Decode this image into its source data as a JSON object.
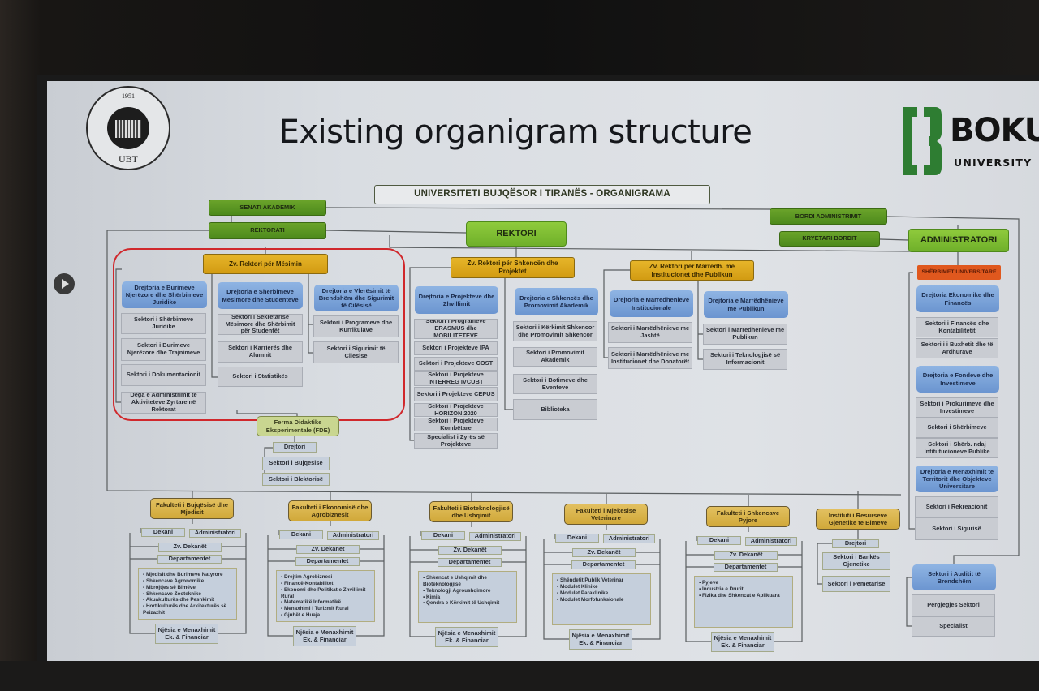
{
  "slide_title": "Existing organigram structure",
  "logo_left": {
    "year": "1951",
    "text": "UBT"
  },
  "logo_right": {
    "name": "BOKU",
    "sub": "UNIVERSITY",
    "color": "#2e7d32"
  },
  "chart": {
    "title": "UNIVERSITETI BUJQËSOR I TIRANËS - ORGANIGRAMA",
    "senati": "SENATI AKADEMIK",
    "rektorati": "REKTORATI",
    "rektori": "REKTORI",
    "bordi": "BORDI ADMINISTRIMIT",
    "kryetari": "KRYETARI BORDIT",
    "administratori": "ADMINISTRATORI"
  },
  "vr_teaching": {
    "head": "Zv. Rektori për Mësimin",
    "directorates": [
      {
        "name": "Drejtoria e Burimeve Njerëzore dhe Shërbimeve Juridike",
        "sectors": [
          "Sektori i Shërbimeve Juridike",
          "Sektori i Burimeve Njerëzore dhe Trajnimeve",
          "Sektori i Dokumentacionit",
          "Dega e Administrimit të Aktiviteteve Zyrtare në Rektorat"
        ]
      },
      {
        "name": "Drejtoria e Shërbimeve Mësimore dhe Studentëve",
        "sectors": [
          "Sektori i Sekretarisë Mësimore dhe Shërbimit për Studentët",
          "Sektori i Karrierës dhe Alumnit",
          "Sektori i Statistikës"
        ]
      },
      {
        "name": "Drejtoria e Vlerësimit të Brendshëm dhe Sigurimit të Cilësisë",
        "sectors": [
          "Sektori i Programeve dhe Kurrikulave",
          "Sektori i Sigurimit të Cilësisë"
        ]
      }
    ]
  },
  "vr_science": {
    "head": "Zv. Rektori për Shkencën dhe Projektet",
    "directorates": [
      {
        "name": "Drejtoria e Projekteve dhe Zhvillimit",
        "sectors": [
          "Sektori i Programeve ERASMUS dhe MOBILITETEVE",
          "Sektori i Projekteve IPA",
          "Sektori i Projekteve COST",
          "Sektori i Projekteve INTERREG IVCUBT",
          "Sektori i Projekteve CEPUS",
          "Sektori i Projekteve HORIZON 2020",
          "Sektori i Projekteve Kombëtare",
          "Specialist i Zyrës së Projekteve"
        ]
      },
      {
        "name": "Drejtoria e Shkencës dhe Promovimit Akademik",
        "sectors": [
          "Sektori i Kërkimit Shkencor dhe Promovimit Shkencor",
          "Sektori i Promovimit Akademik",
          "Sektori i Botimeve dhe Eventeve",
          "Biblioteka"
        ]
      }
    ]
  },
  "vr_relations": {
    "head": "Zv. Rektori për Marrëdh. me Institucionet dhe Publikun",
    "directorates": [
      {
        "name": "Drejtoria e Marrëdhënieve Institucionale",
        "sectors": [
          "Sektori i Marrëdhënieve me Jashtë",
          "Sektori i Marrëdhënieve me Institucionet dhe Donatorët"
        ]
      },
      {
        "name": "Drejtoria e Marrëdhënieve me Publikun",
        "sectors": [
          "Sektori i Marrëdhënieve me Publikun",
          "Sektori i Teknologjisë së Informacionit"
        ]
      }
    ]
  },
  "services": {
    "head": "SHËRBIMET UNIVERSITARE",
    "directorates": [
      {
        "name": "Drejtoria Ekonomike dhe Financës",
        "sectors": [
          "Sektori i Financës dhe Kontabilitetit",
          "Sektori i i Buxhetit dhe të Ardhurave"
        ]
      },
      {
        "name": "Drejtoria e Fondeve dhe Investimeve",
        "sectors": [
          "Sektori i Prokurimeve dhe Investimeve",
          "Sektori i Shërbimeve",
          "Sektori i Shërb. ndaj Intitutucioneve Publike"
        ]
      },
      {
        "name": "Drejtoria e Menaxhimit të Territorit dhe Objekteve Universitare",
        "sectors": [
          "Sektori i Rekreacionit",
          "Sektori i Sigurisë"
        ]
      }
    ],
    "audit": {
      "name": "Sektori i Auditit të Brendshëm",
      "sectors": [
        "Përgjegjës Sektori",
        "Specialist"
      ]
    }
  },
  "fde": {
    "name": "Ferma Didaktike Eksperimentale (FDE)",
    "drejtori": "Drejtori",
    "sectors": [
      "Sektori i Bujqësisë",
      "Sektori i Blektorisë"
    ]
  },
  "faculties": [
    {
      "name": "Fakulteti i Bujqësisë dhe Mjedisit",
      "dekani": "Dekani",
      "admin": "Administratori",
      "zv": "Zv. Dekanët",
      "dept": "Departamentet",
      "departments": [
        "Mjedisit dhe Burimeve Natyrore",
        "Shkencave Agronomike",
        "Mbrojtjes së Bimëve",
        "Shkencave Zooteknike",
        "Akuakulturës dhe Peshkimit",
        "Hortikulturës dhe Arkitekturës së Peizazhit"
      ],
      "njesia": "Njësia e Menaxhimit Ek. & Financiar"
    },
    {
      "name": "Fakulteti i Ekonomisë dhe Agrobiznesit",
      "dekani": "Dekani",
      "admin": "Administratori",
      "zv": "Zv. Dekanët",
      "dept": "Departamentet",
      "departments": [
        "Drejtim Agrobiznesi",
        "Financë-Kontabilitet",
        "Ekonomi dhe Politikat e Zhvillimit Rural",
        "Matematikë Informatikë",
        "Menaxhimi i Turizmit Rural",
        "Gjuhët e Huaja"
      ],
      "njesia": "Njësia e Menaxhimit Ek. & Financiar"
    },
    {
      "name": "Fakulteti i Bioteknologjisë dhe Ushqimit",
      "dekani": "Dekani",
      "admin": "Administratori",
      "zv": "Zv. Dekanët",
      "dept": "Departamentet",
      "departments": [
        "Shkencat e Ushqimit dhe Bioteknologjisë",
        "Teknologji Agroushqimore",
        "Kimia",
        "Qendra e Kërkimit të Ushqimit"
      ],
      "njesia": "Njësia e Menaxhimit Ek. & Financiar"
    },
    {
      "name": "Fakulteti i Mjekësisë Veterinare",
      "dekani": "Dekani",
      "admin": "Administratori",
      "zv": "Zv. Dekanët",
      "dept": "Departamentet",
      "departments": [
        "Shëndetit Publik Veterinar",
        "Modulet Klinike",
        "Modulet Paraklinike",
        "Modulet Morfofunksionale"
      ],
      "njesia": "Njësia e Menaxhimit Ek. & Financiar"
    },
    {
      "name": "Fakulteti i Shkencave Pyjore",
      "dekani": "Dekani",
      "admin": "Administratori",
      "zv": "Zv. Dekanët",
      "dept": "Departamentet",
      "departments": [
        "Pyjeve",
        "Industria e Drurit",
        "Fizika dhe Shkencat e Aplikuara"
      ],
      "njesia": "Njësia e Menaxhimit Ek. & Financiar"
    }
  ],
  "institute": {
    "name": "Instituti i Resurseve Gjenetike të Bimëve",
    "drejtori": "Drejtori",
    "sectors": [
      "Sektori i Bankës Gjenetike",
      "Sektori i Pemëtarisë"
    ]
  }
}
